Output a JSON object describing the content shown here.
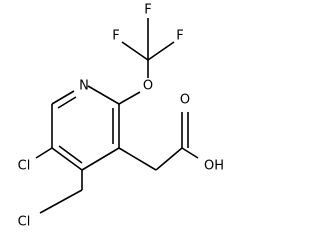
{
  "structure": {
    "atom_labels": {
      "fluorine_top": "F",
      "fluorine_left": "F",
      "fluorine_right": "F",
      "oxygen_ether": "O",
      "nitrogen_ring": "N",
      "oxygen_carbonyl": "O",
      "hydroxyl": "OH",
      "chlorine_ring": "Cl",
      "chlorine_chloromethyl": "Cl"
    },
    "colors": {
      "bond": "#000000",
      "label": "#000000",
      "background": "#ffffff"
    }
  }
}
